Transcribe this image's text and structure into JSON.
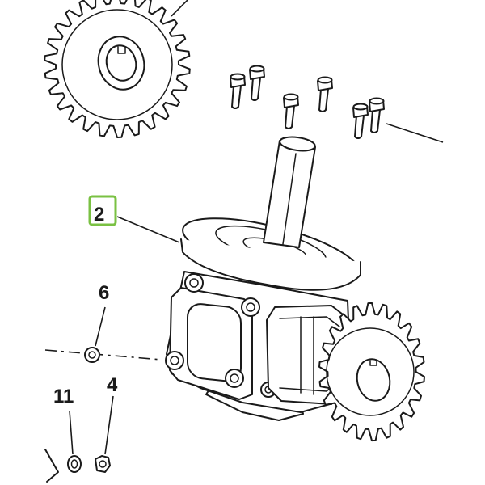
{
  "diagram": {
    "callouts": {
      "part_2": "2",
      "part_6": "6",
      "part_11": "11",
      "part_4": "4"
    },
    "highlight_color": "#7ac143",
    "line_color": "#1a1a1a",
    "background": "#ffffff"
  }
}
